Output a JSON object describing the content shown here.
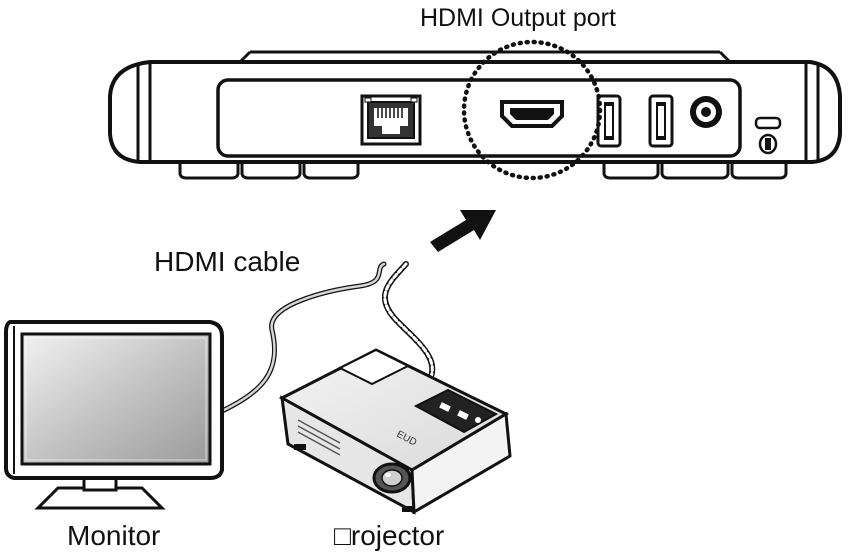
{
  "labels": {
    "hdmi_output_port": "HDMI Output port",
    "hdmi_cable": "HDMI cable",
    "monitor": "Monitor",
    "projector": "□rojector"
  },
  "projector_brand": "EUD",
  "colors": {
    "stroke": "#111111",
    "device_fill": "#ffffff",
    "screen_gray": "#c9c9c9",
    "cable_gray": "#bdbdbd"
  },
  "icons": [
    "ethernet-port-icon",
    "hdmi-port-icon",
    "usb-port-icon",
    "dc-jack-icon",
    "lock-slot-icon",
    "arrow-icon"
  ]
}
